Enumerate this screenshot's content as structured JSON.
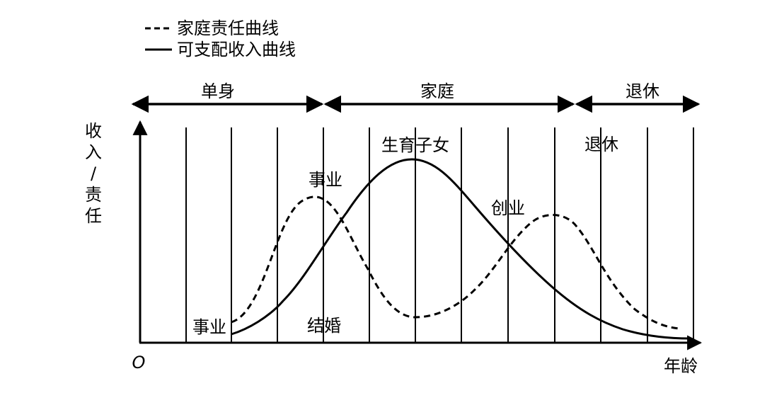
{
  "legend": {
    "family_responsibility": "家庭责任曲线",
    "disposable_income": "可支配收入曲线"
  },
  "stages": {
    "single": "单身",
    "family": "家庭",
    "retirement": "退休"
  },
  "axes": {
    "y_label_chars": [
      "收",
      "入",
      "/",
      "责",
      "任"
    ],
    "origin": "O",
    "x_label": "年龄"
  },
  "annotations": {
    "career_early": "事业",
    "career_peak": "事业",
    "marriage": "结婚",
    "childbearing": "生育子女",
    "entrepreneurship": "创业",
    "retirement": "退休"
  },
  "colors": {
    "ink": "#000000",
    "background": "#ffffff"
  }
}
